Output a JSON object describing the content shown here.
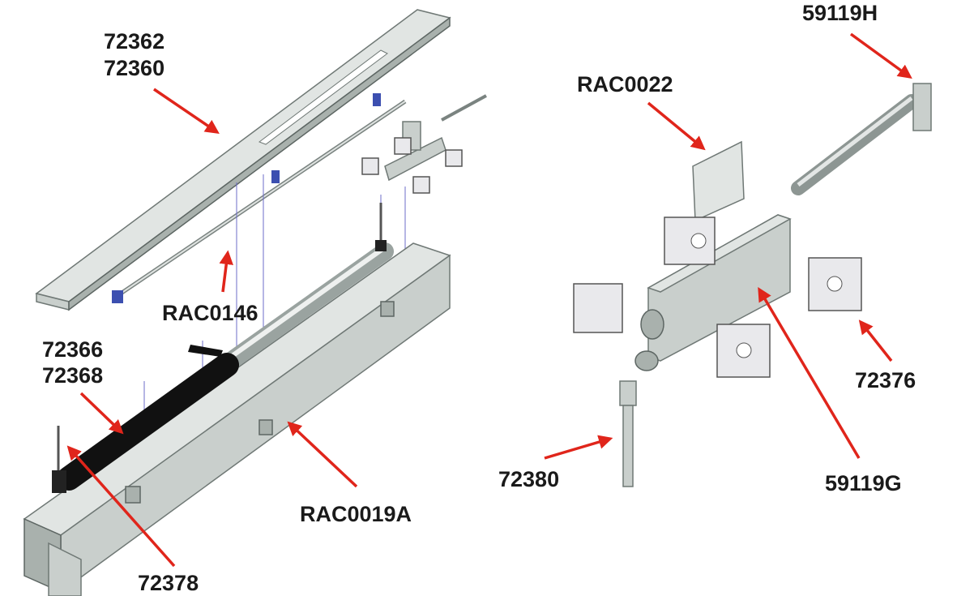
{
  "diagram": {
    "labels": {
      "rail_a": "72362",
      "rail_b": "72360",
      "rod": "RAC0146",
      "motor_a": "72366",
      "motor_b": "72368",
      "screw": "72378",
      "channel": "RAC0019A",
      "hinge_plate": "RAC0022",
      "end_bracket": "59119H",
      "pads": "72376",
      "bolt": "72380",
      "bracket_body": "59119G"
    },
    "colors": {
      "arrow": "#e0251b",
      "text": "#1a1a1a",
      "metal": "#c9cfcc",
      "motor": "#111111"
    }
  }
}
